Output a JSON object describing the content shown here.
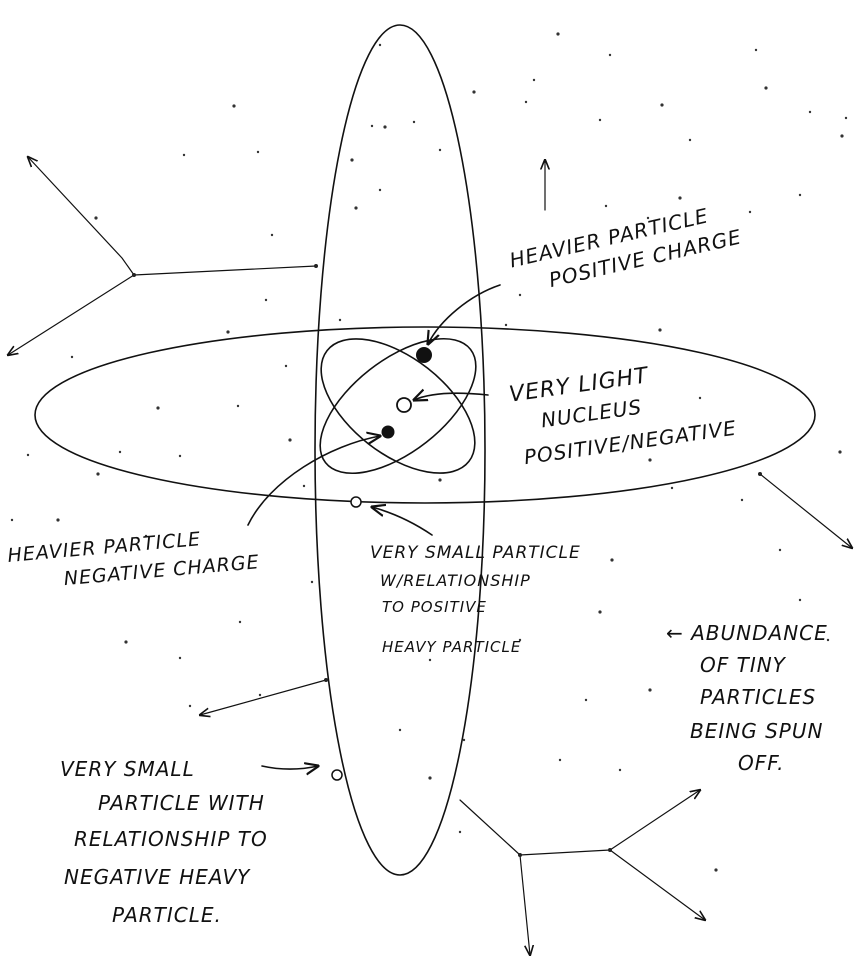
{
  "labels": {
    "heavy_positive": [
      "HEAVIER PARTICLE",
      "POSITIVE CHARGE"
    ],
    "light_nucleus": [
      "VERY LIGHT",
      "NUCLEUS",
      "POSITIVE/NEGATIVE"
    ],
    "heavy_negative": [
      "HEAVIER PARTICLE",
      "NEGATIVE CHARGE"
    ],
    "small_positive": [
      "VERY SMALL PARTICLE",
      "W/RELATIONSHIP",
      "TO POSITIVE",
      "HEAVY PARTICLE"
    ],
    "tiny_particles": [
      "← ABUNDANCE",
      "OF TINY",
      "PARTICLES",
      "BEING SPUN",
      "OFF."
    ],
    "small_negative": [
      "VERY SMALL",
      "PARTICLE WITH",
      "RELATIONSHIP TO",
      "NEGATIVE HEAVY",
      "PARTICLE."
    ]
  },
  "colors": {
    "ink": "#111111",
    "paper": "#ffffff"
  }
}
